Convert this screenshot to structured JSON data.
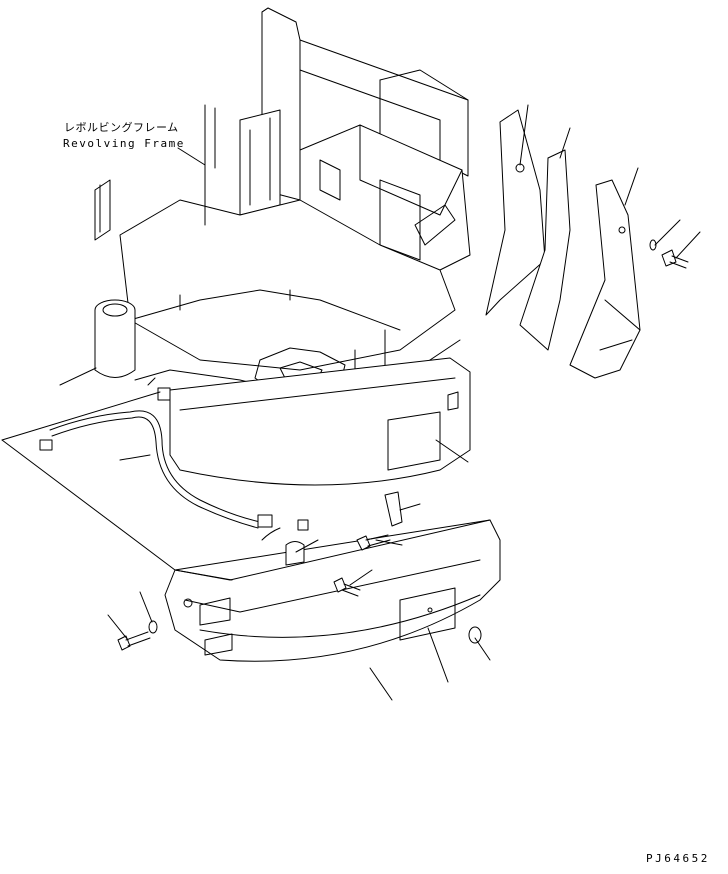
{
  "labels": {
    "title_jp": "レボルビングフレーム",
    "title_en": "Revolving Frame"
  },
  "drawing_number": "PJ64652",
  "colors": {
    "line": "#000000",
    "background": "#ffffff"
  }
}
